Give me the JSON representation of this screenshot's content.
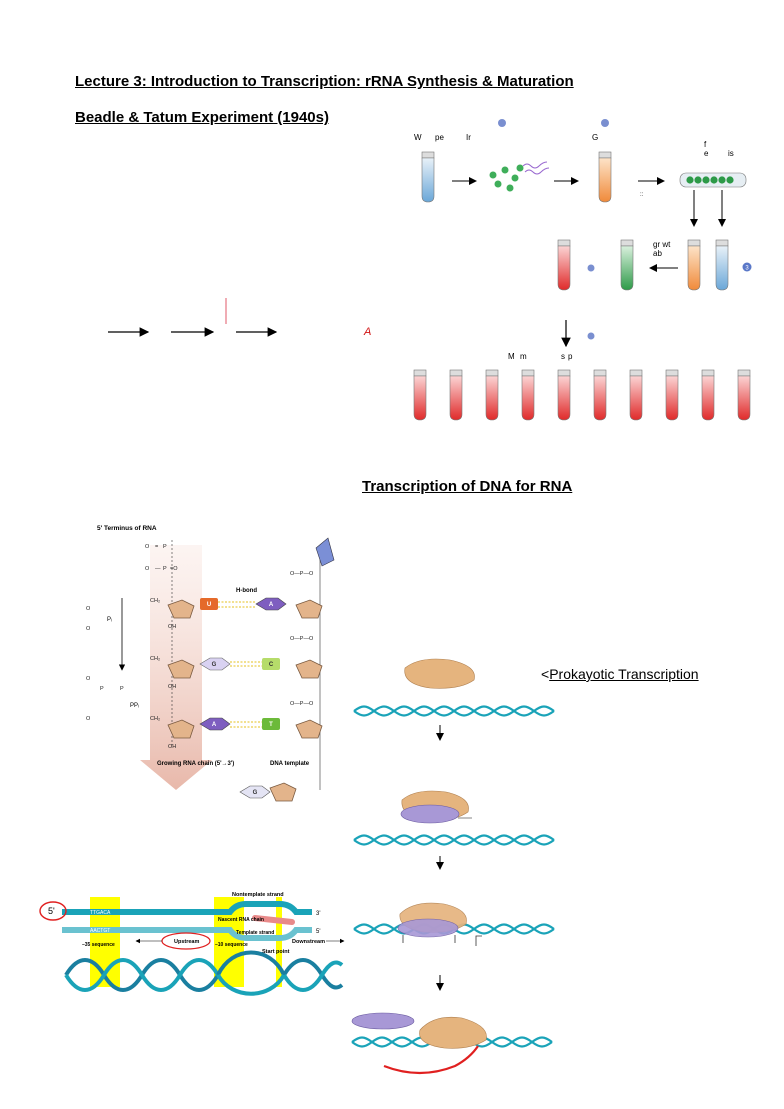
{
  "title": "Lecture 3: Introduction to Transcription: rRNA Synthesis & Maturation",
  "beadle_heading": "Beadle & Tatum Experiment (1940s)",
  "transcription_heading": "Transcription of DNA for RNA",
  "prokaryotic_label": {
    "prefix": "<",
    "text": "Prokayotic Transcription"
  },
  "experiment_labels": {
    "w": "W",
    "pe": "pe",
    "ir": "Ir",
    "g": "G",
    "f": "f",
    "e": "e",
    "is": "is",
    "gr_wt": "gr wt",
    "ab": "ab",
    "m1": "M",
    "m2": "m",
    "s": "s",
    "p": "p",
    "badge": "3"
  },
  "red_letter": "A",
  "rna_figure": {
    "five_prime_terminus": "5' Terminus of RNA",
    "h_bond": "H-bond",
    "ppi": "PPᵢ",
    "pi": "Pᵢ",
    "growing_chain": "Growing RNA chain (5'→3')",
    "dna_template": "DNA template",
    "bases_rna": [
      "U",
      "G",
      "A"
    ],
    "bases_dna": [
      "A",
      "C",
      "T"
    ],
    "extra_base": "G",
    "oh": "OH",
    "ch2": "CH₂"
  },
  "promoter_figure": {
    "five_prime": "5'",
    "nontemplate": "Nontemplate strand",
    "template": "Template strand",
    "nascent": "Nascent RNA chain",
    "seq35": "–35 sequence",
    "seq10": "–10 sequence",
    "upstream": "Upstream",
    "downstream": "Downstream",
    "start_point": "Start point",
    "three_prime_top": "3'",
    "three_prime_bottom": "5'",
    "top_box_seq": "TTGACA",
    "bottom_box_seq": "AACTGT"
  },
  "colors": {
    "dna_teal": "#1aa3b8",
    "polymerase": "#e5b47e",
    "sigma": "#a898d6",
    "highlight": "#ffff00",
    "rna_red": "#e02020"
  }
}
